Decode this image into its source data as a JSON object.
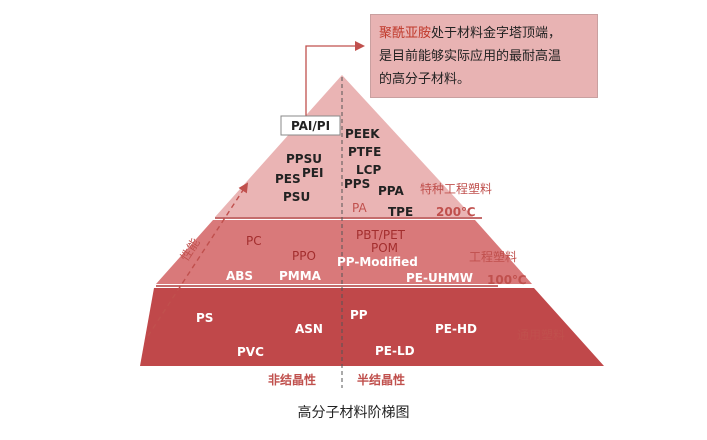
{
  "callout": {
    "highlight": "聚酰亚胺",
    "text_line1_rest": "处于材料金字塔顶端，",
    "text_line2": "是目前能够实际应用的最耐高温",
    "text_line3": "的高分子材料。"
  },
  "apex_label": "PAI/PI",
  "tiers": {
    "special": {
      "name": "特种工程塑料",
      "temp": "200℃",
      "amorphous": [
        "PPSU",
        "PEI",
        "PES",
        "PSU"
      ],
      "semicrystalline": [
        "PEEK",
        "PTFE",
        "LCP",
        "PPS",
        "PPA",
        "PA",
        "TPE"
      ]
    },
    "engineering": {
      "name": "工程塑料",
      "temp": "100℃",
      "amorphous": [
        "PC",
        "PPO",
        "ABS",
        "PMMA"
      ],
      "semicrystalline": [
        "PBT/PET",
        "POM",
        "PP-Modified",
        "PE-UHMW"
      ]
    },
    "general": {
      "name": "通用塑料",
      "amorphous": [
        "PS",
        "ASN",
        "PVC"
      ],
      "semicrystalline": [
        "PP",
        "PE-HD",
        "PE-LD"
      ]
    }
  },
  "axis_label": "性能",
  "bottom_labels": {
    "amorphous": "非结晶性",
    "semicrystalline": "半结晶性"
  },
  "caption": "高分子材料阶梯图",
  "colors": {
    "top_tier": "#eab4b4",
    "mid_tier": "#d9797a",
    "bottom_tier": "#c0484a",
    "accent_red": "#c0504d"
  }
}
